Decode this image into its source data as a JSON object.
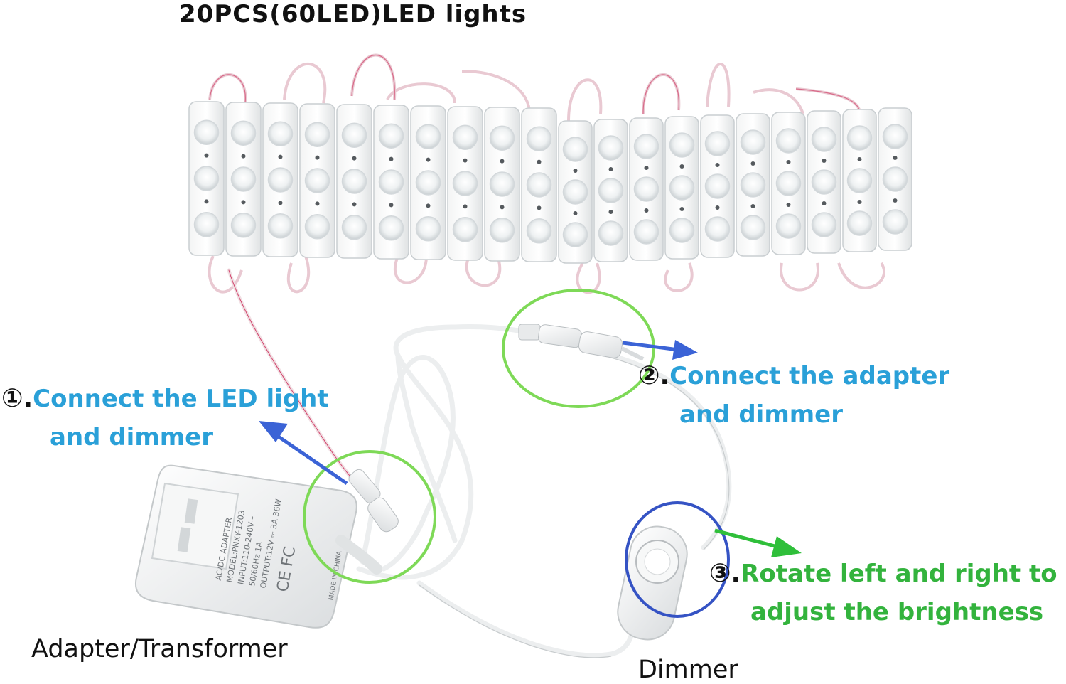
{
  "title": "20PCS(60LED)LED lights",
  "steps": [
    {
      "number": "①.",
      "line1": "Connect the LED light",
      "line2": "and dimmer"
    },
    {
      "number": "②.",
      "line1": "Connect the adapter",
      "line2": "and dimmer"
    },
    {
      "number": "③.",
      "line1": "Rotate left and right to",
      "line2": "adjust the brightness"
    }
  ],
  "captions": {
    "adapter": "Adapter/Transformer",
    "dimmer": "Dimmer"
  },
  "adapter_label_lines": [
    "AC/DC ADAPTER",
    "MODEL:PNXY-1203",
    "INPUT:110-240V~",
    "50/60Hz 1A",
    "OUTPUT:12V ⎓ 3A 36W",
    "MADE IN CHINA"
  ],
  "colors": {
    "step_blue": "#2aa0d8",
    "step_green": "#33b33d",
    "highlight_circle_green": "#7ed957",
    "highlight_circle_blue": "#3553c4",
    "arrow_blue": "#3b63d6",
    "arrow_green": "#2fbf3a"
  },
  "icons": {
    "arrow1": "arrow-up-left-icon",
    "arrow2": "arrow-right-icon",
    "arrow3": "arrow-right-icon"
  }
}
